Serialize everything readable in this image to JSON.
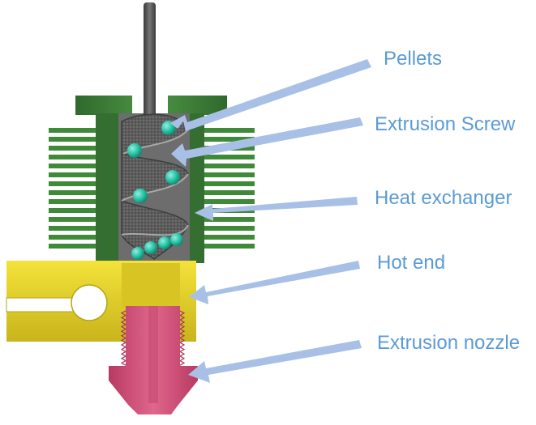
{
  "labels": {
    "pellets": "Pellets",
    "extrusion_screw": "Extrusion Screw",
    "heat_exchanger": "Heat exchanger",
    "hot_end": "Hot end",
    "extrusion_nozzle": "Extrusion nozzle"
  },
  "colors": {
    "label_text": "#5b9bd5",
    "arrow": "#a9c0e6",
    "heat_exchanger": "#3e7f3a",
    "hot_end": "#e6d328",
    "nozzle": "#d9577e",
    "screw": "#505050",
    "pellet": "#2ac7a8"
  }
}
